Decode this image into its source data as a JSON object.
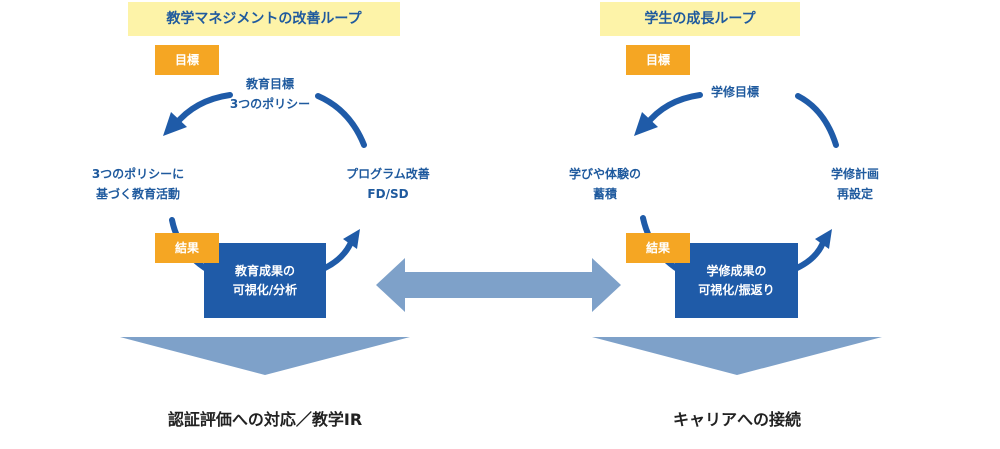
{
  "colors": {
    "title_bg": "#fdf3a8",
    "tag_bg": "#f5a623",
    "box_bg": "#1f5ba8",
    "arrow": "#1f5ba8",
    "connector": "#7ea1c9",
    "funnel": "#7ea1c9",
    "text_blue": "#1f5a9e"
  },
  "left_loop": {
    "title": "教学マネジメントの改善ループ",
    "goal_tag": "目標",
    "result_tag": "結果",
    "top_label": [
      "教育目標",
      "3つのポリシー"
    ],
    "left_label": [
      "3つのポリシーに",
      "基づく教育活動"
    ],
    "right_label": [
      "プログラム改善",
      "FD/SD"
    ],
    "center_box": [
      "教育成果の",
      "可視化/分析"
    ],
    "bottom_label": "認証評価への対応／教学IR"
  },
  "right_loop": {
    "title": "学生の成長ループ",
    "goal_tag": "目標",
    "result_tag": "結果",
    "top_label": [
      "学修目標"
    ],
    "left_label": [
      "学びや体験の",
      "蓄積"
    ],
    "right_label": [
      "学修計画",
      "再設定"
    ],
    "center_box": [
      "学修成果の",
      "可視化/振返り"
    ],
    "bottom_label": "キャリアへの接続"
  }
}
